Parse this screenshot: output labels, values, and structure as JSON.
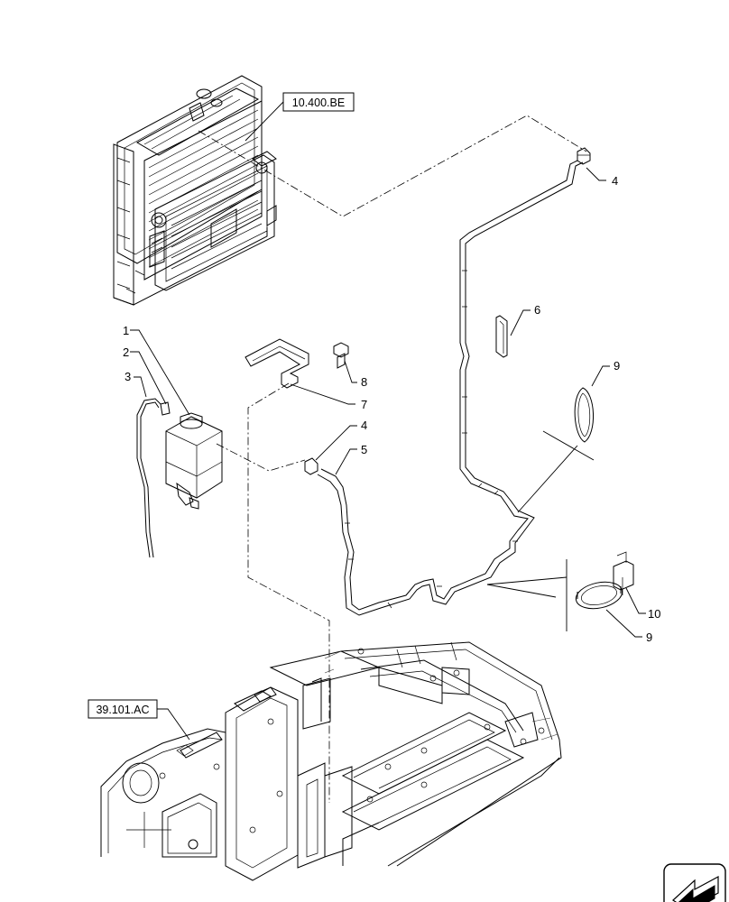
{
  "references": {
    "radiator_ref": "10.400.BE",
    "frame_ref": "39.101.AC"
  },
  "callouts": {
    "c1": "1",
    "c2": "2",
    "c3": "3",
    "c4a": "4",
    "c4b": "4",
    "c5": "5",
    "c6": "6",
    "c7": "7",
    "c8": "8",
    "c9a": "9",
    "c9b": "9",
    "c10": "10"
  },
  "icons": {
    "corner": "direction-arrow-icon"
  }
}
